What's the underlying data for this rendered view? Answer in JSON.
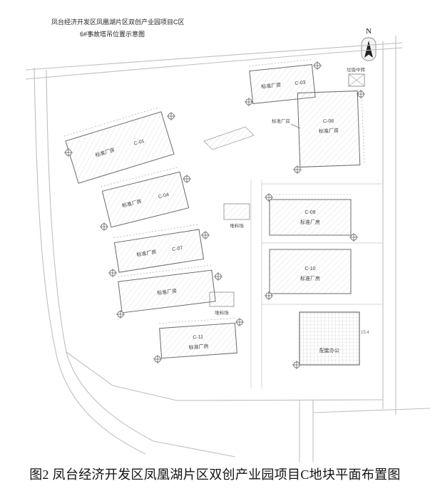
{
  "figure": {
    "caption": "图2 凤台经济开发区凤凰湖片区双创产业园项目C地块平面布置图"
  },
  "plan": {
    "title_line1": "凤台经济开发区凤凰湖片区双创产业园项目C区",
    "title_line2": "6#事故塔吊位置示意图",
    "north_label": "N",
    "annotations": {
      "garbage_transfer": "垃圾中转",
      "material_yard_top": "堆料场",
      "material_yard_bottom": "堆料场",
      "factory_leader": "标准厂房",
      "dim_right": "15.4"
    },
    "buildings": {
      "c01": {
        "name": "标准厂房",
        "code": "C-01"
      },
      "c03": {
        "name": "标准厂房",
        "code": "C-03"
      },
      "c04": {
        "name": "标准厂房",
        "code": "C-04"
      },
      "c06": {
        "name": "标准厂房",
        "code": "C-06"
      },
      "c07": {
        "name": "标准厂房",
        "code": "C-07"
      },
      "c08": {
        "name": "标准厂房",
        "code": ""
      },
      "c09": {
        "name": "标准厂房",
        "code": "C-09"
      },
      "c10": {
        "name": "标准厂房",
        "code": "C-10"
      },
      "c11": {
        "name": "标准厂房",
        "code": "C-11"
      },
      "office": {
        "name": "配套办公",
        "code": ""
      }
    },
    "icons": {
      "north_arrow": "north-arrow-icon",
      "tower_crane": "tower-crane-icon"
    },
    "colors": {
      "building_outline": "#6b6b6b",
      "road_line": "#bfbfbf",
      "label_text": "#3a3a3a"
    }
  }
}
